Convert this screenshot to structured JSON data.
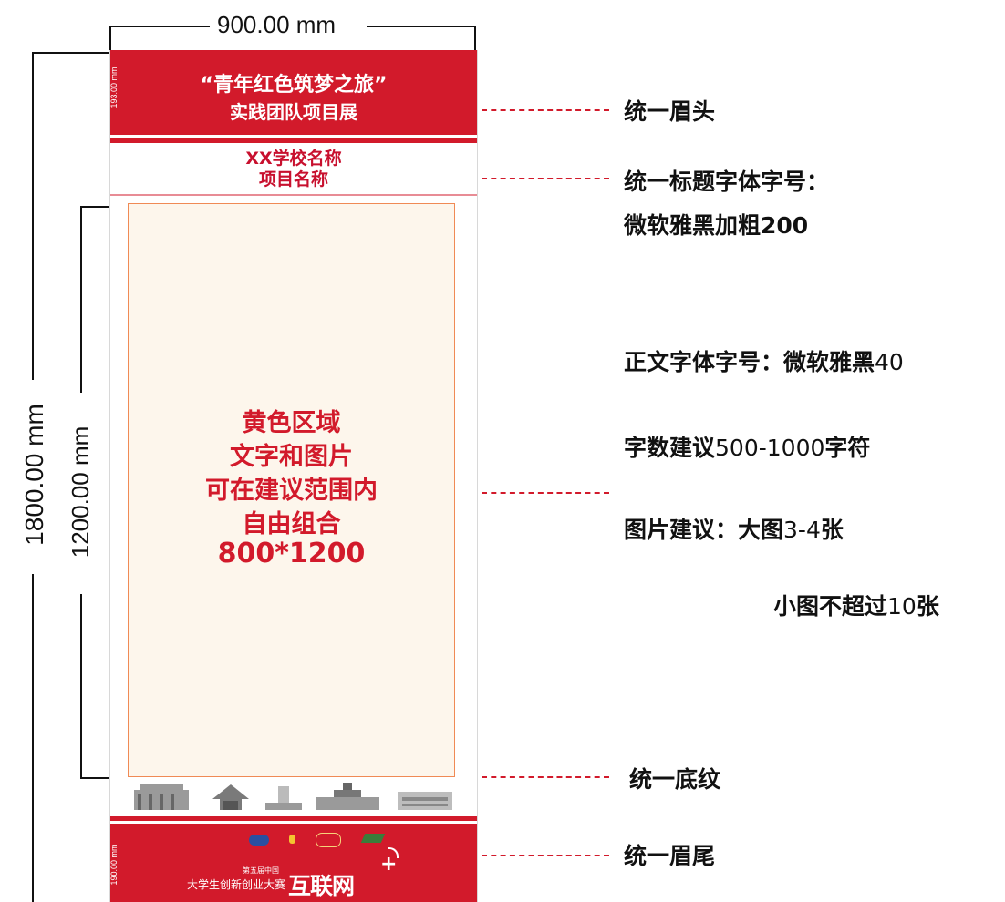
{
  "dimensions": {
    "width_label": "900.00 mm",
    "total_height_label": "1800.00 mm",
    "content_height_label": "1200.00 mm",
    "header_height_label": "193.00 mm",
    "footer_height_label": "190.00 mm"
  },
  "poster": {
    "header_line1": "“青年红色筑梦之旅”",
    "header_line2": "实践团队项目展",
    "school_name": "XX学校名称",
    "project_name": "项目名称",
    "content_lines": [
      "黄色区域",
      "文字和图片",
      "可在建议范围内",
      "自由组合",
      "800*1200"
    ],
    "footer_small_label": "第五届中国",
    "footer_competition": "大学生创新创业大赛",
    "footer_logo": "互联网",
    "footer_plus": "+"
  },
  "annotations": {
    "header": "统一眉头",
    "title_font_line1": "统一标题字体字号：",
    "title_font_line2": "微软雅黑加粗200",
    "body_font_label": "正文字体字号：微软雅黑",
    "body_font_size": "40",
    "char_count_prefix": "字数建议",
    "char_count_range": "500-1000",
    "char_count_suffix": "字符",
    "image_prefix": "图片建议：大图",
    "image_large_count": "3-4",
    "image_suffix": "张",
    "small_image_prefix": "小图不超过",
    "small_image_count": "10",
    "small_image_suffix": "张",
    "bottom_pattern": "统一底纹",
    "footer": "统一眉尾"
  },
  "colors": {
    "brand_red": "#d21a2b",
    "content_bg": "#fdf6ec",
    "content_border": "#f08a55"
  }
}
